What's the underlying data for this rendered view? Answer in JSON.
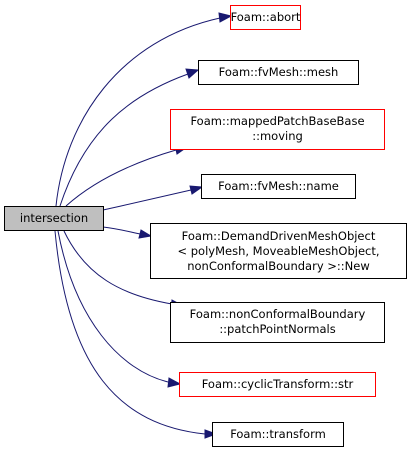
{
  "graph": {
    "root": {
      "label": "intersection"
    },
    "nodes": [
      {
        "id": "abort",
        "lines": [
          "Foam::abort"
        ],
        "outline": "red"
      },
      {
        "id": "mesh",
        "lines": [
          "Foam::fvMesh::mesh"
        ],
        "outline": "black"
      },
      {
        "id": "moving",
        "lines": [
          "Foam::mappedPatchBaseBase",
          "::moving"
        ],
        "outline": "red"
      },
      {
        "id": "name",
        "lines": [
          "Foam::fvMesh::name"
        ],
        "outline": "black"
      },
      {
        "id": "new",
        "lines": [
          "Foam::DemandDrivenMeshObject",
          "< polyMesh, MoveableMeshObject,",
          "nonConformalBoundary >::New"
        ],
        "outline": "black"
      },
      {
        "id": "normals",
        "lines": [
          "Foam::nonConformalBoundary",
          "::patchPointNormals"
        ],
        "outline": "black"
      },
      {
        "id": "str",
        "lines": [
          "Foam::cyclicTransform::str"
        ],
        "outline": "red"
      },
      {
        "id": "transform",
        "lines": [
          "Foam::transform"
        ],
        "outline": "black"
      }
    ],
    "colors": {
      "edge": "#191970",
      "root_fill": "#bfbfbf",
      "red_outline": "#ff0000"
    }
  }
}
